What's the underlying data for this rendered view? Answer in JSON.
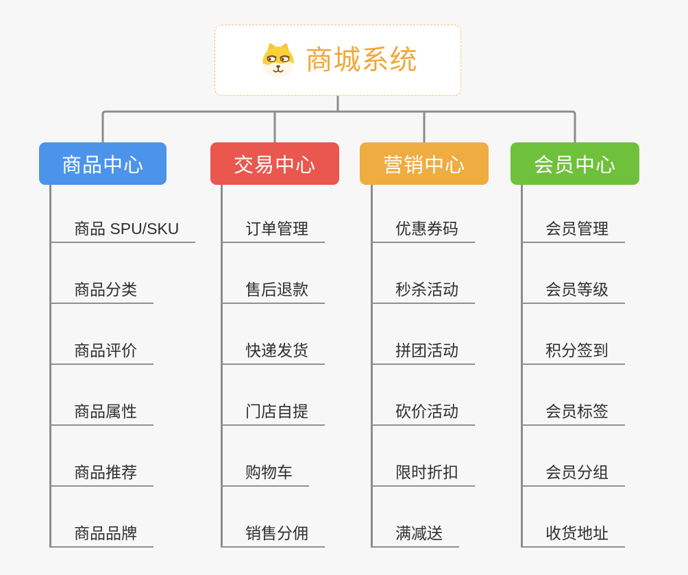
{
  "canvas": {
    "background": "#f7f7f7",
    "connector_color": "#8c8c8c",
    "underline_color": "#8f8f8f"
  },
  "root": {
    "title": "商城系统",
    "icon": "doge-icon",
    "text_color": "#f0a83c",
    "border_color": "#f5be72"
  },
  "branches": [
    {
      "label": "商品中心",
      "color": "#4b94ea",
      "items": [
        "商品 SPU/SKU",
        "商品分类",
        "商品评价",
        "商品属性",
        "商品推荐",
        "商品品牌"
      ]
    },
    {
      "label": "交易中心",
      "color": "#e9574f",
      "items": [
        "订单管理",
        "售后退款",
        "快递发货",
        "门店自提",
        "购物车",
        "销售分佣"
      ]
    },
    {
      "label": "营销中心",
      "color": "#efac41",
      "items": [
        "优惠券码",
        "秒杀活动",
        "拼团活动",
        "砍价活动",
        "限时折扣",
        "满减送"
      ]
    },
    {
      "label": "会员中心",
      "color": "#6fc13c",
      "items": [
        "会员管理",
        "会员等级",
        "积分签到",
        "会员标签",
        "会员分组",
        "收货地址"
      ]
    }
  ]
}
